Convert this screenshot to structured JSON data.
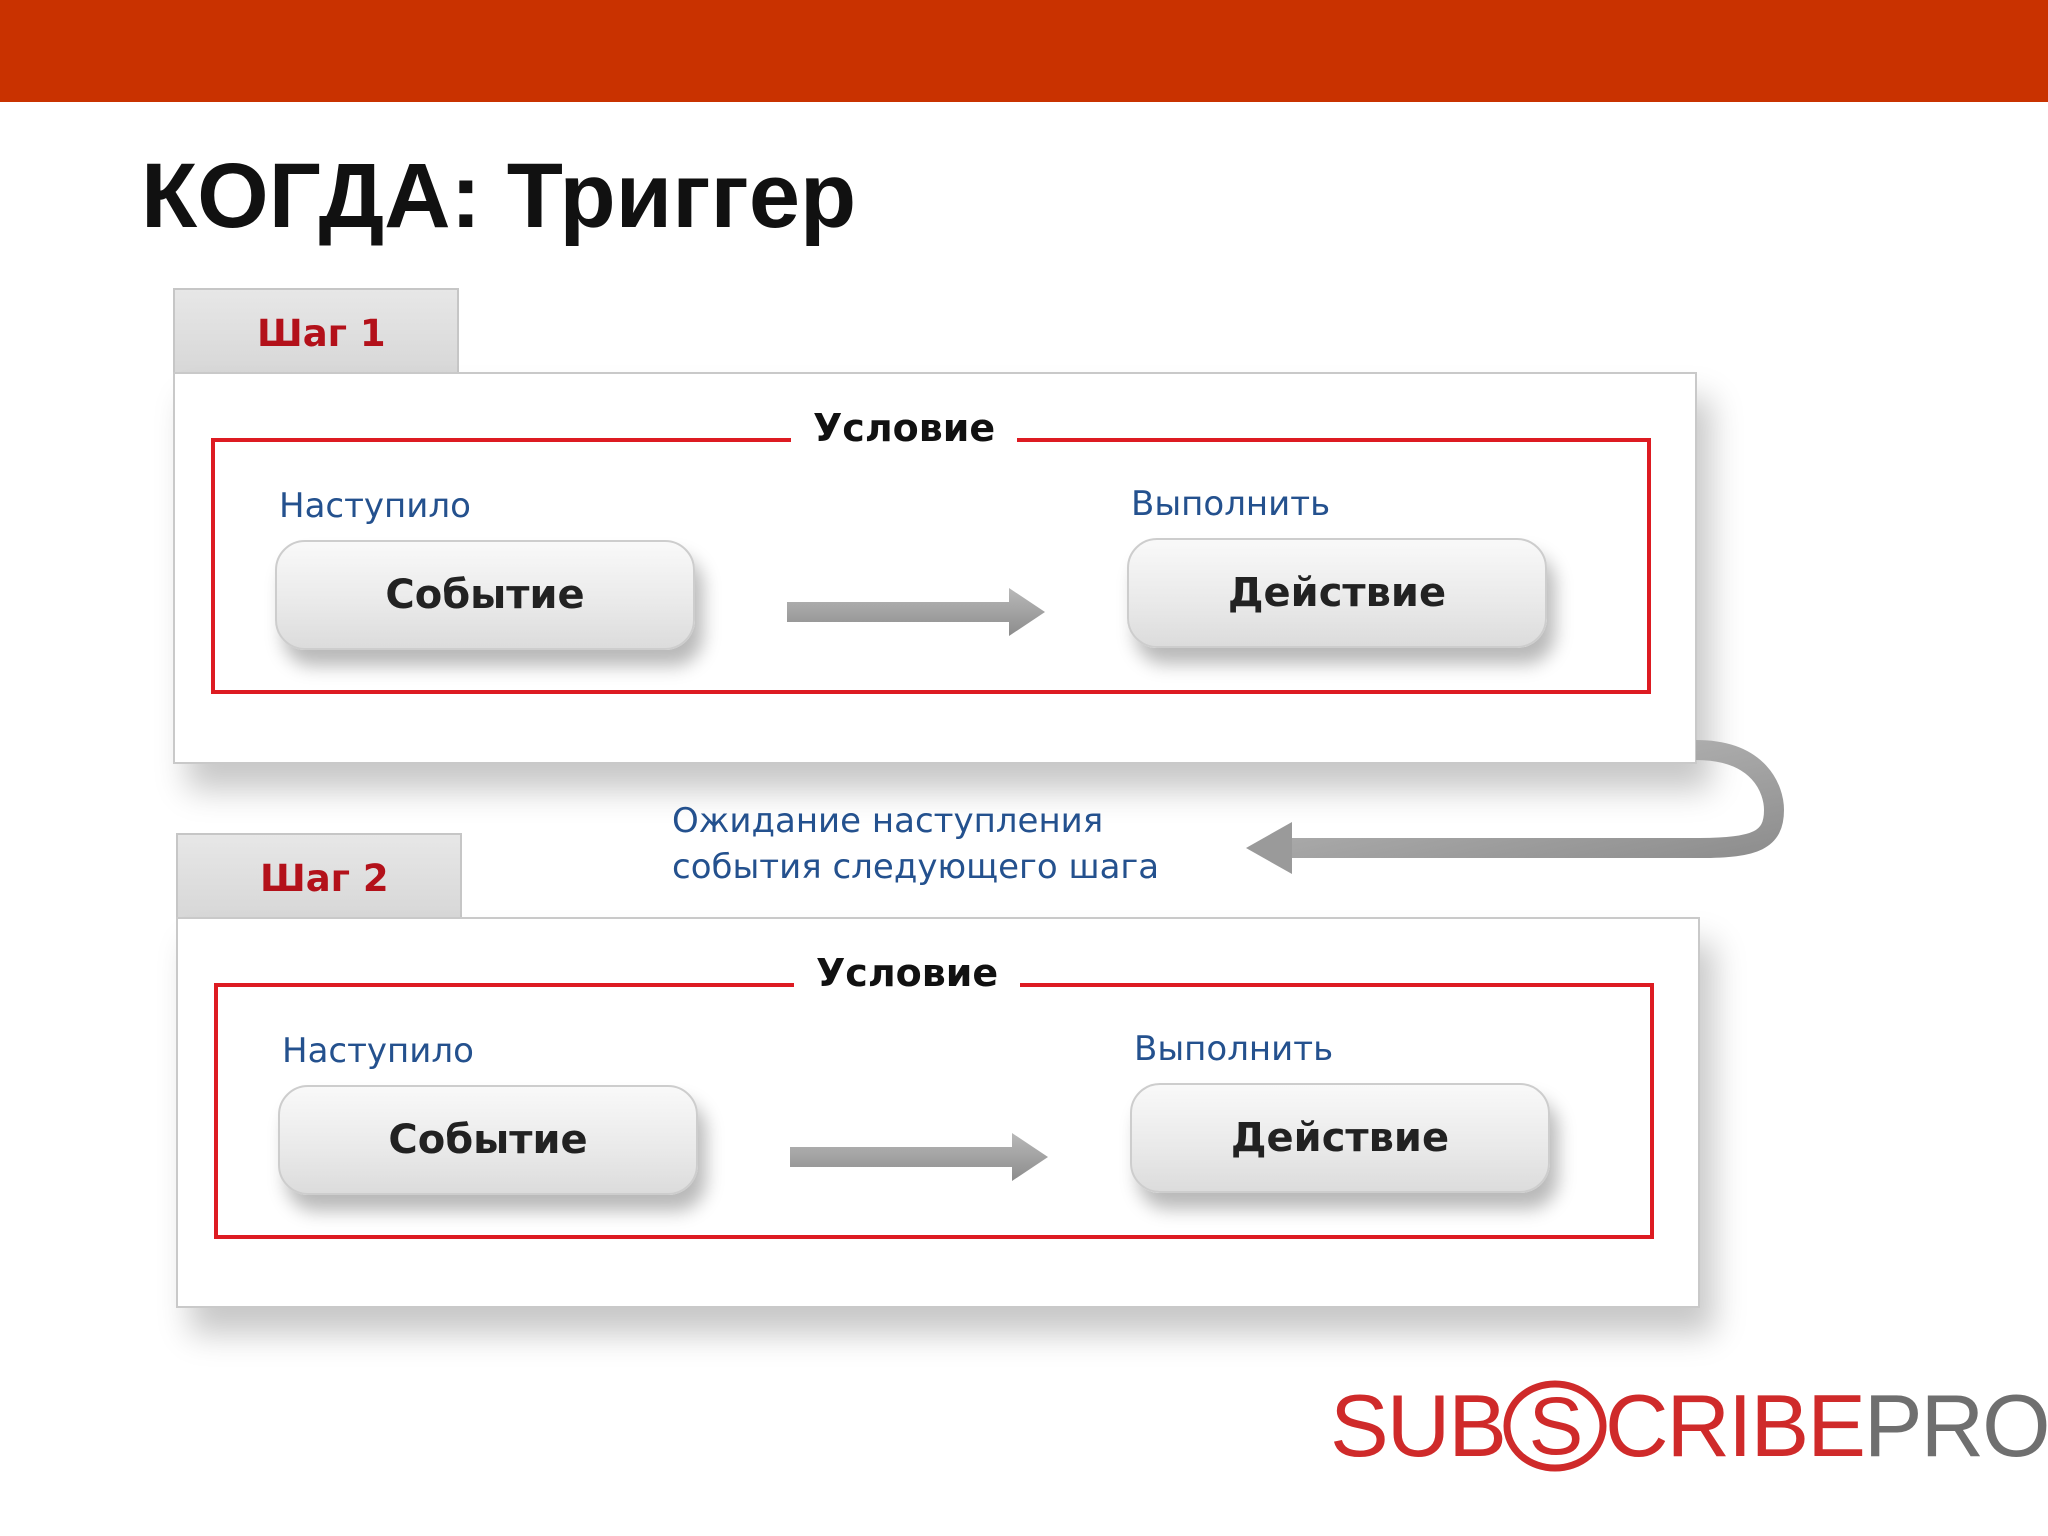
{
  "slide": {
    "title": "КОГДА: Триггер"
  },
  "steps": [
    {
      "tab_label": "Шаг 1",
      "condition_label": "Условие",
      "occurred_label": "Наступило",
      "execute_label": "Выполнить",
      "event_label": "Событие",
      "action_label": "Действие"
    },
    {
      "tab_label": "Шаг 2",
      "condition_label": "Условие",
      "occurred_label": "Наступило",
      "execute_label": "Выполнить",
      "event_label": "Событие",
      "action_label": "Действие"
    }
  ],
  "connector": {
    "line1": "Ожидание наступления",
    "line2": "события следующего шага"
  },
  "logo": {
    "text_left": "SUB",
    "text_mid": "CRIBE",
    "text_right": "PRO",
    "emblem_letter": "S"
  },
  "colors": {
    "top_bar": "#c93200",
    "condition_border": "#dd1b22",
    "step_label": "#b3111a",
    "sub_label": "#24518e",
    "logo_red": "#cf2a2a",
    "logo_gray": "#6f6f6f"
  }
}
